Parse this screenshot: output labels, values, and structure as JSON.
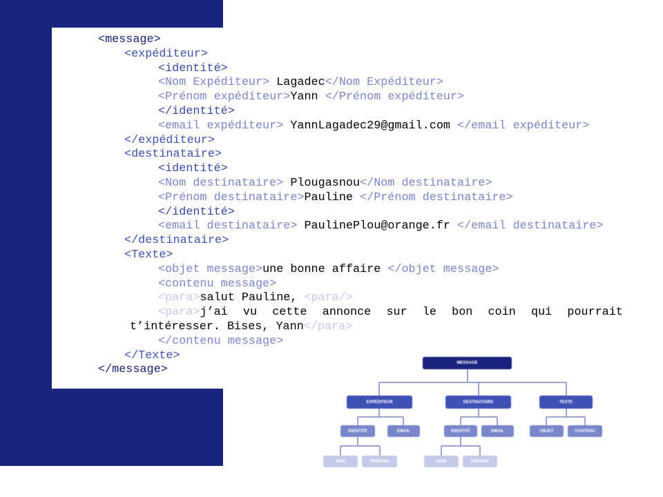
{
  "colors": {
    "navy": "#1a237e",
    "level1": "#3f51b5",
    "level2": "#3949ab",
    "leaf": "#7986cb",
    "para": "#c5cae9",
    "text": "#000000"
  },
  "code": [
    {
      "indent": 0,
      "segs": [
        {
          "t": "<message>",
          "c": "c0"
        }
      ]
    },
    {
      "indent": 1,
      "segs": [
        {
          "t": "<expéditeur>",
          "c": "c1"
        }
      ]
    },
    {
      "indent": 2,
      "segs": [
        {
          "t": "<identité>",
          "c": "c2"
        }
      ]
    },
    {
      "indent": 2,
      "segs": [
        {
          "t": "<Nom Expéditeur> ",
          "c": "c3"
        },
        {
          "t": "Lagadec",
          "c": "tx"
        },
        {
          "t": "</Nom Expéditeur>",
          "c": "c3"
        }
      ]
    },
    {
      "indent": 2,
      "segs": [
        {
          "t": "<Prénom expéditeur>",
          "c": "c3"
        },
        {
          "t": "Yann ",
          "c": "tx"
        },
        {
          "t": "</Prénom expéditeur>",
          "c": "c3"
        }
      ]
    },
    {
      "indent": 2,
      "segs": [
        {
          "t": "</identité>",
          "c": "c2"
        }
      ]
    },
    {
      "indent": 2,
      "segs": [
        {
          "t": "<email expéditeur> ",
          "c": "c3"
        },
        {
          "t": "YannLagadec29@gmail.com ",
          "c": "tx"
        },
        {
          "t": "</email expéditeur>",
          "c": "c3"
        }
      ]
    },
    {
      "indent": 1,
      "segs": [
        {
          "t": "</expéditeur>",
          "c": "c1"
        }
      ]
    },
    {
      "indent": 1,
      "segs": [
        {
          "t": "<destinataire>",
          "c": "c1"
        }
      ]
    },
    {
      "indent": 2,
      "segs": [
        {
          "t": "<identité>",
          "c": "c2"
        }
      ]
    },
    {
      "indent": 2,
      "segs": [
        {
          "t": "<Nom destinataire> ",
          "c": "c3"
        },
        {
          "t": "Plougasnou",
          "c": "tx"
        },
        {
          "t": "</Nom destinataire>",
          "c": "c3"
        }
      ]
    },
    {
      "indent": 2,
      "segs": [
        {
          "t": "<Prénom destinataire>",
          "c": "c3"
        },
        {
          "t": "Pauline ",
          "c": "tx"
        },
        {
          "t": "</Prénom destinataire>",
          "c": "c3"
        }
      ]
    },
    {
      "indent": 2,
      "segs": [
        {
          "t": "</identité>",
          "c": "c2"
        }
      ]
    },
    {
      "indent": 2,
      "segs": [
        {
          "t": "<email destinataire> ",
          "c": "c3"
        },
        {
          "t": "PaulinePlou@orange.fr ",
          "c": "tx"
        },
        {
          "t": "</email destinataire>",
          "c": "c3"
        }
      ]
    },
    {
      "indent": 1,
      "segs": [
        {
          "t": "</destinataire>",
          "c": "c1"
        }
      ]
    },
    {
      "indent": 1,
      "segs": [
        {
          "t": "<Texte>",
          "c": "c1"
        }
      ]
    },
    {
      "indent": 2,
      "segs": [
        {
          "t": "<objet message>",
          "c": "c3"
        },
        {
          "t": "une bonne affaire ",
          "c": "tx"
        },
        {
          "t": "</objet message>",
          "c": "c3"
        }
      ]
    },
    {
      "indent": 2,
      "segs": [
        {
          "t": "<contenu message>",
          "c": "c3"
        }
      ]
    },
    {
      "indent": 2,
      "segs": [
        {
          "t": "<para>",
          "c": "c4"
        },
        {
          "t": "salut Pauline, ",
          "c": "tx"
        },
        {
          "t": "<para/>",
          "c": "c4"
        }
      ]
    },
    {
      "indent": 2,
      "justify": true,
      "segs": [
        {
          "t": "<para>",
          "c": "c4"
        },
        {
          "t": "j’ai",
          "c": "tx",
          "glue": true
        },
        {
          "t": "vu",
          "c": "tx"
        },
        {
          "t": "cette",
          "c": "tx"
        },
        {
          "t": "annonce",
          "c": "tx"
        },
        {
          "t": "sur",
          "c": "tx"
        },
        {
          "t": "le",
          "c": "tx"
        },
        {
          "t": "bon",
          "c": "tx"
        },
        {
          "t": "coin",
          "c": "tx"
        },
        {
          "t": "qui",
          "c": "tx"
        },
        {
          "t": "pourrait",
          "c": "tx"
        }
      ]
    },
    {
      "indent": 3,
      "segs": [
        {
          "t": "t’intéresser. Bises, Yann",
          "c": "tx"
        },
        {
          "t": "</para>",
          "c": "c4"
        }
      ]
    },
    {
      "indent": 2,
      "segs": [
        {
          "t": "</contenu message>",
          "c": "c3"
        }
      ]
    },
    {
      "indent": 1,
      "segs": [
        {
          "t": "</Texte>",
          "c": "c1"
        }
      ]
    },
    {
      "indent": 0,
      "segs": [
        {
          "t": "</message>",
          "c": "c0"
        }
      ]
    }
  ],
  "tree": {
    "root": "MESSAGE",
    "expediteur": "EXPÉDITEUR",
    "destinataire": "DESTINATAIRE",
    "texte": "TEXTE",
    "exp_identite": "IDENTITÉ",
    "exp_email": "EMAIL",
    "dest_identite": "IDENTITÉ",
    "dest_email": "EMAIL",
    "objet": "OBJET",
    "contenu": "CONTENU",
    "exp_nom": "NOM",
    "exp_prenom": "PRÉNOM",
    "dest_nom": "NOM",
    "dest_prenom": "PRÉNOM"
  }
}
